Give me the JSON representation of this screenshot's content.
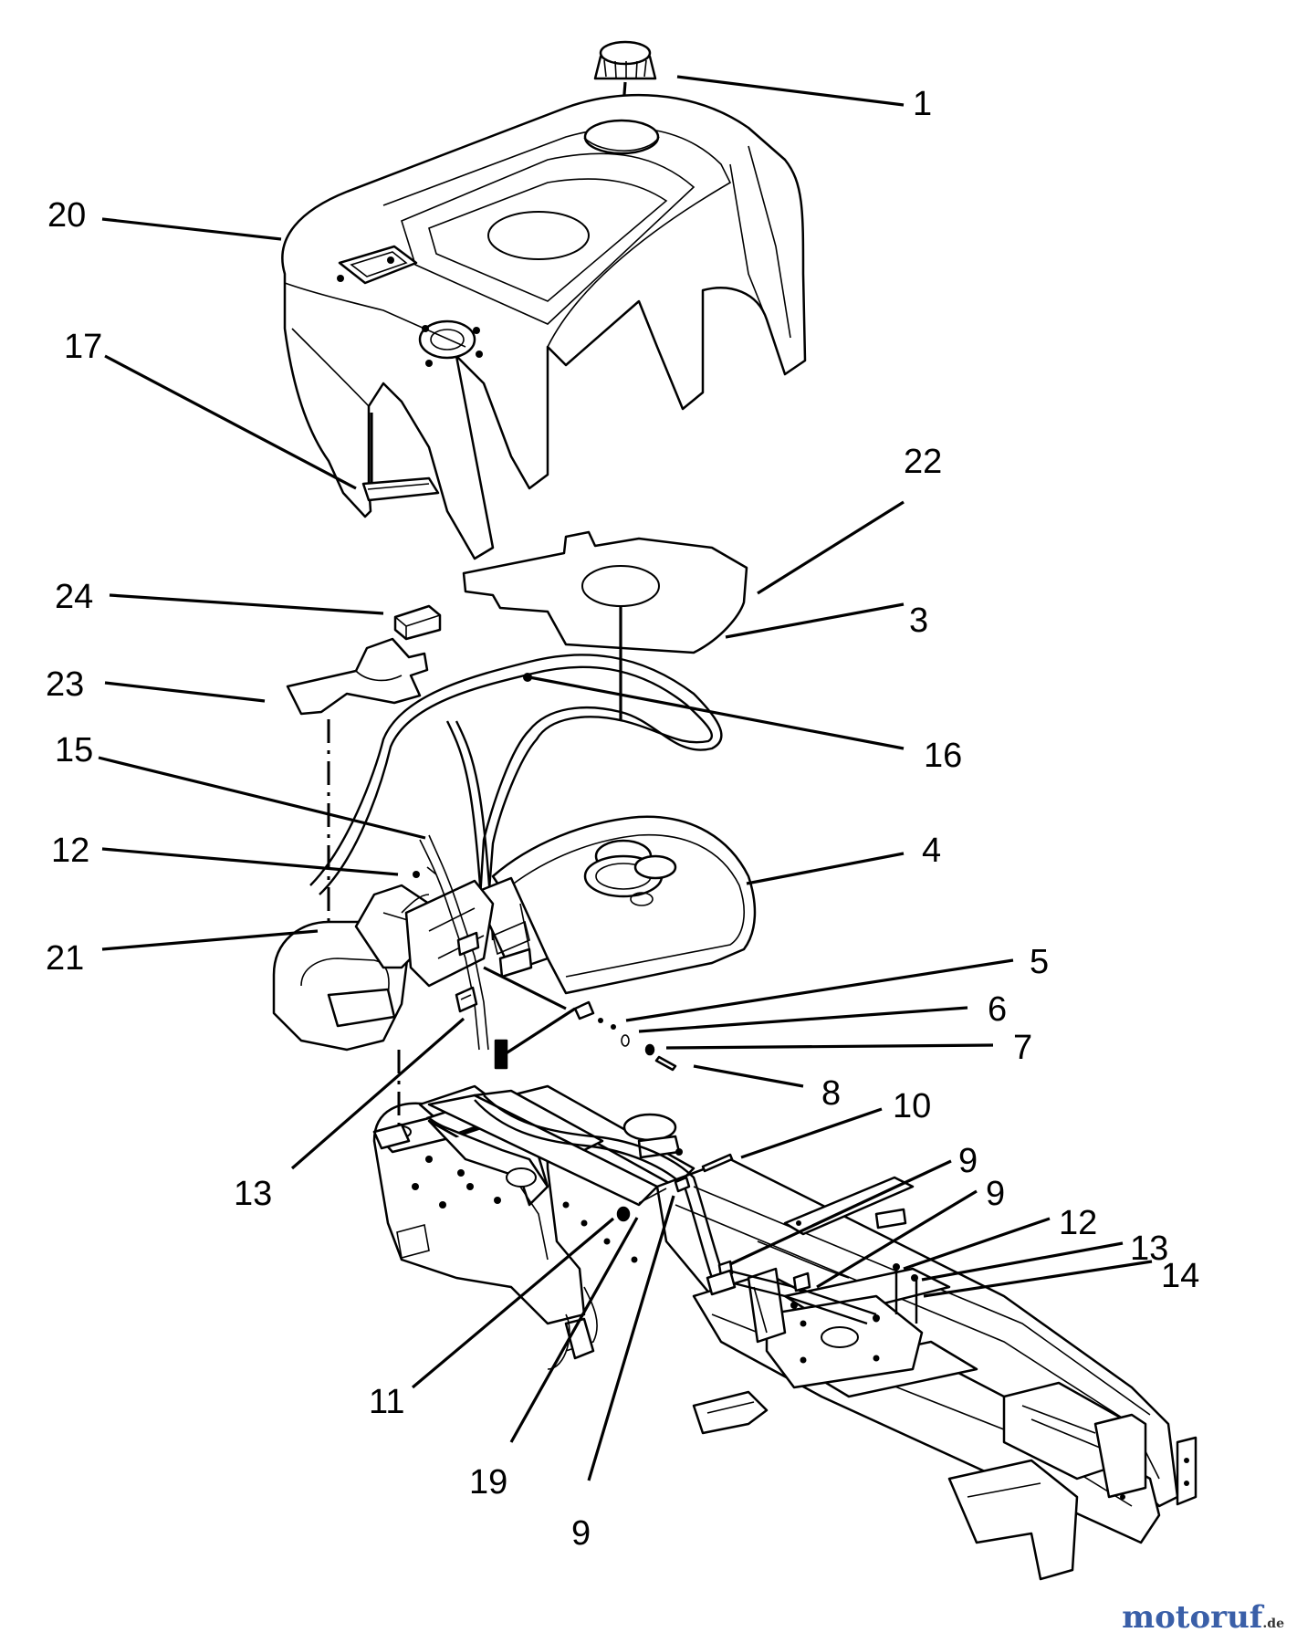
{
  "callouts": {
    "c1": "1",
    "c20": "20",
    "c17": "17",
    "c22": "22",
    "c24": "24",
    "c3": "3",
    "c23": "23",
    "c16": "16",
    "c15": "15",
    "c4": "4",
    "c12a": "12",
    "c21": "21",
    "c5": "5",
    "c6": "6",
    "c7": "7",
    "c8": "8",
    "c13a": "13",
    "c10": "10",
    "c9a": "9",
    "c9b": "9",
    "c12b": "12",
    "c13b": "13",
    "c14": "14",
    "c11": "11",
    "c19": "19",
    "c9c": "9"
  },
  "watermark": {
    "name": "motoruf",
    "suffix": ".de"
  }
}
